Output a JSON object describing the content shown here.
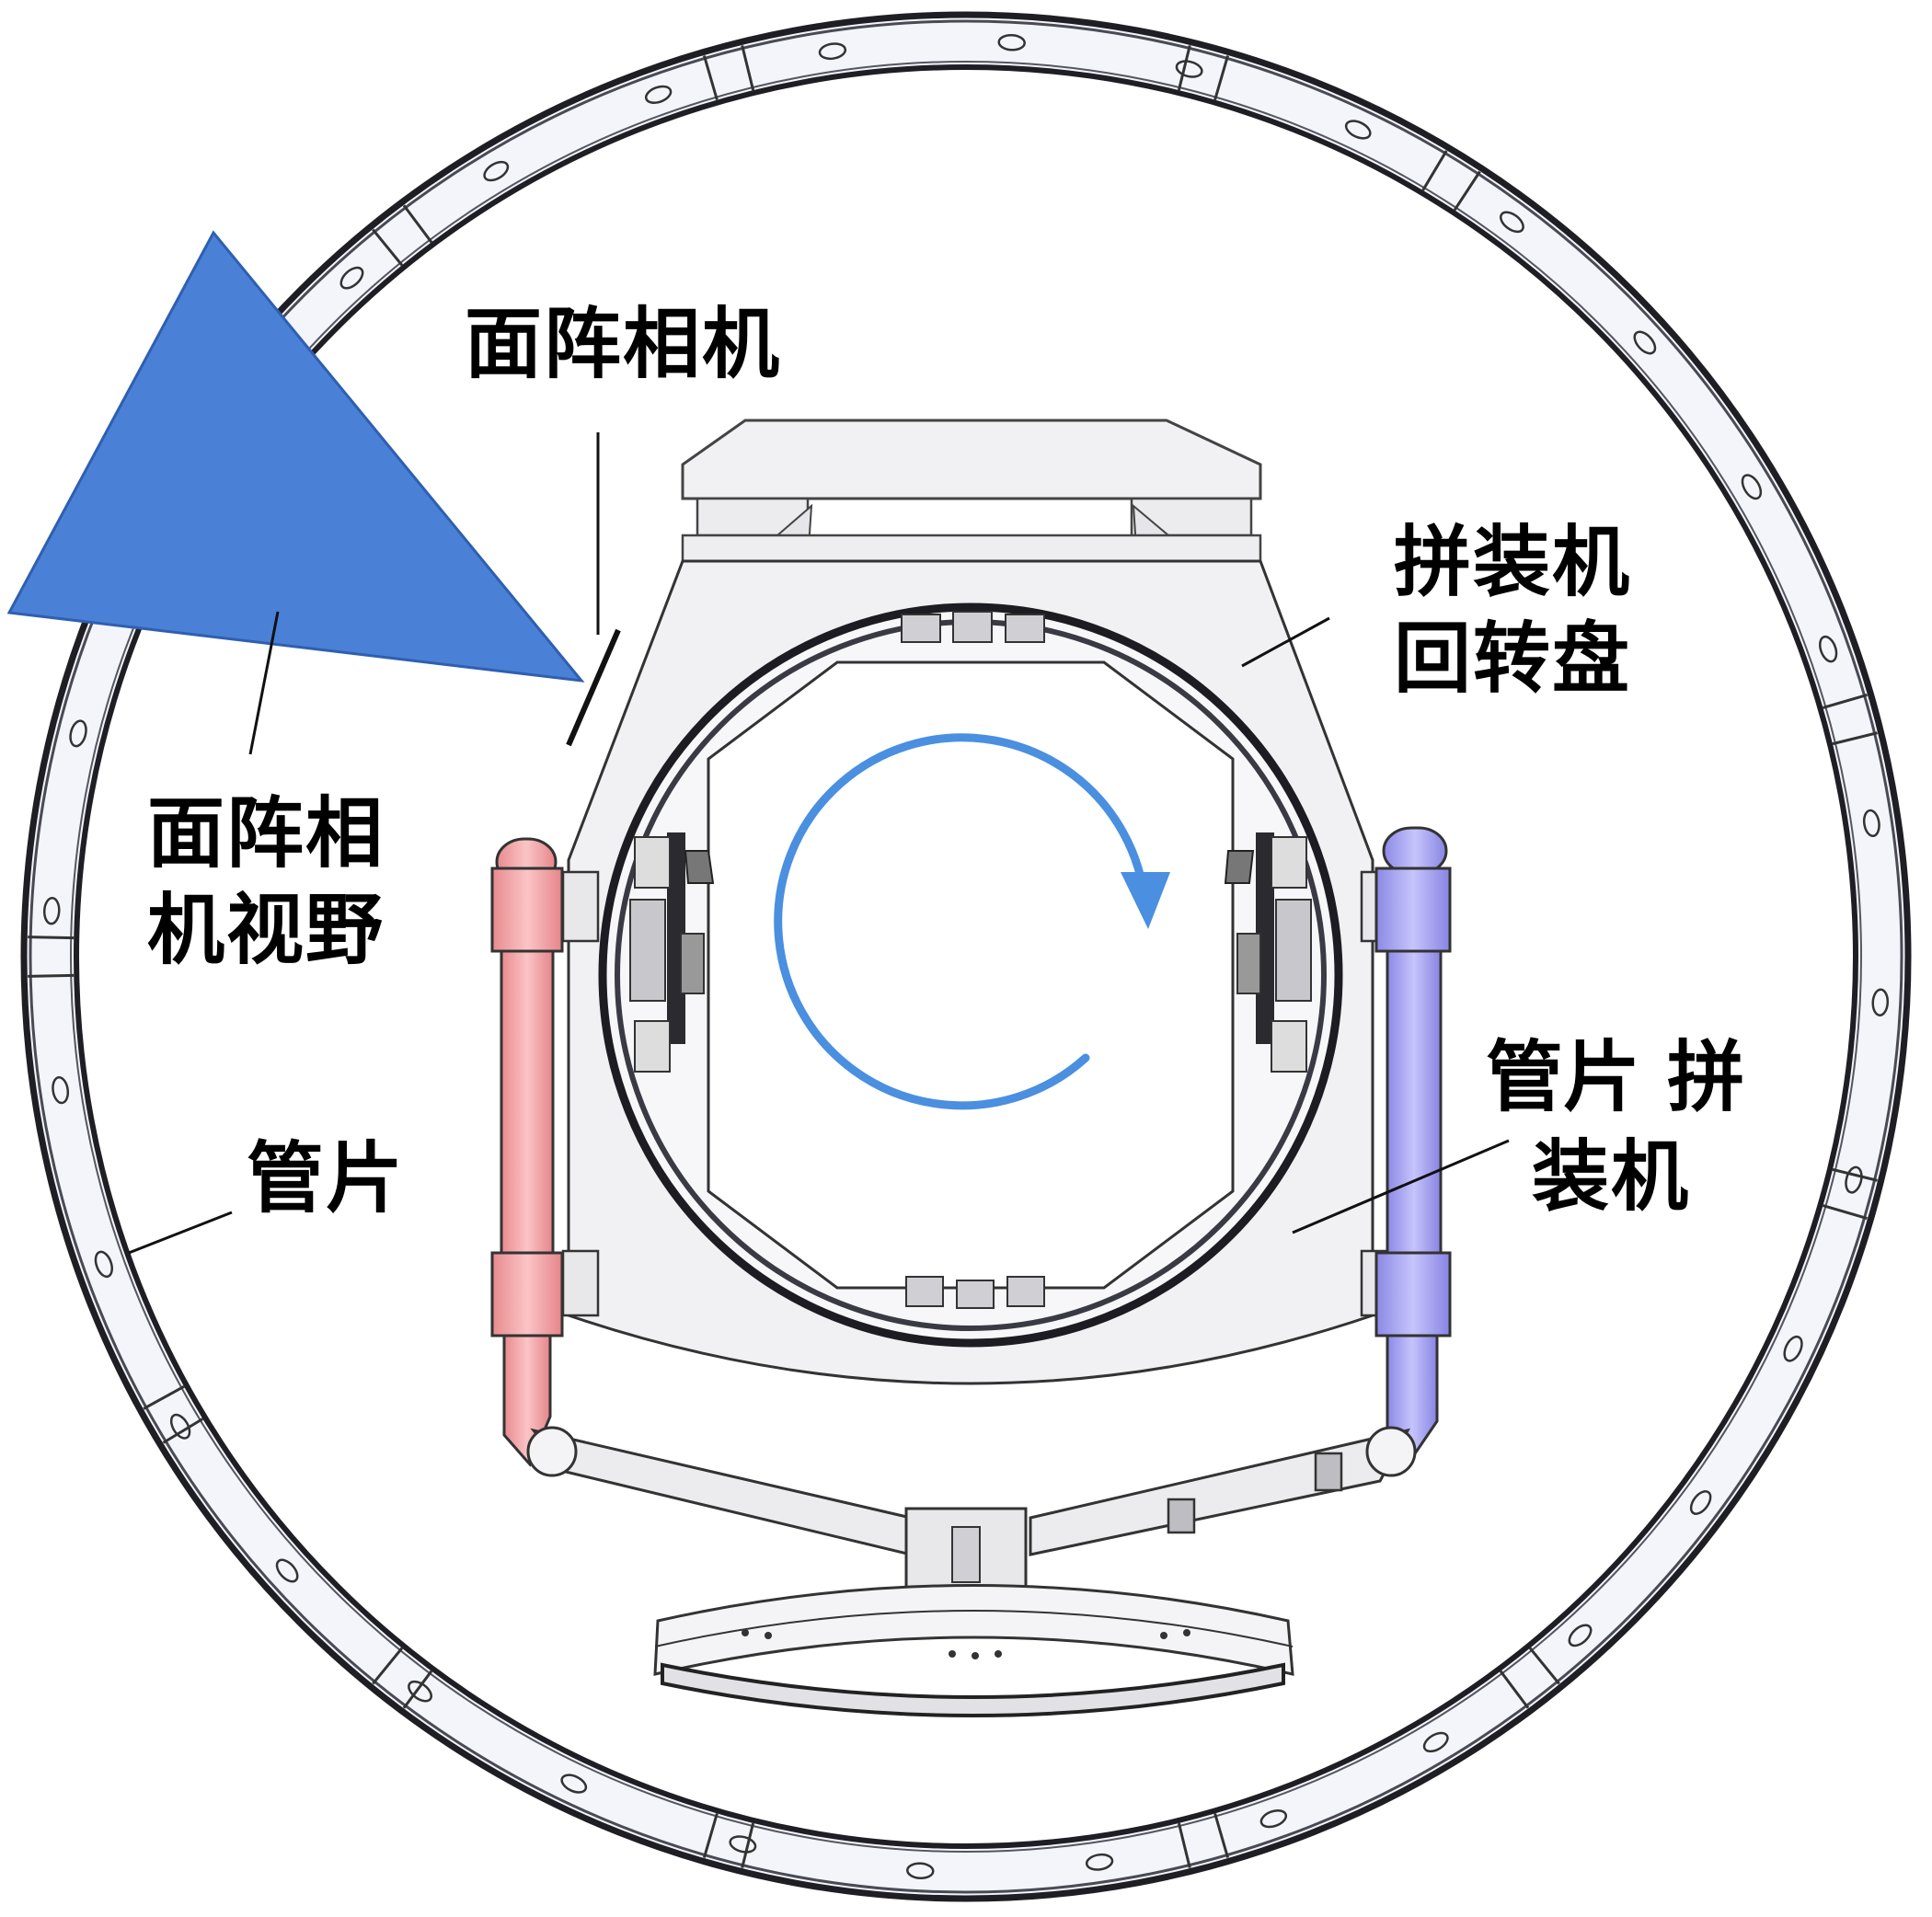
{
  "labels": {
    "camera": "面阵相机",
    "camera_fov_line1": "面阵相",
    "camera_fov_line2": "机视野",
    "turntable_line1": "拼装机",
    "turntable_line2": "回转盘",
    "segment": "管片",
    "erector_line1": "管片 拼",
    "erector_line2": "装机"
  },
  "colors": {
    "fov": "#4a80d6",
    "fov_edge": "#2e5fb0",
    "rotation_arrow": "#4a8fe0",
    "left_cylinder": "#f4a3a6",
    "right_cylinder": "#a7a4f0",
    "outline": "#222222",
    "ring_fill": "#f4f5fb",
    "body_fill": "#f1f1f3"
  },
  "icons": {
    "rotation": "clockwise-arrow-icon"
  }
}
